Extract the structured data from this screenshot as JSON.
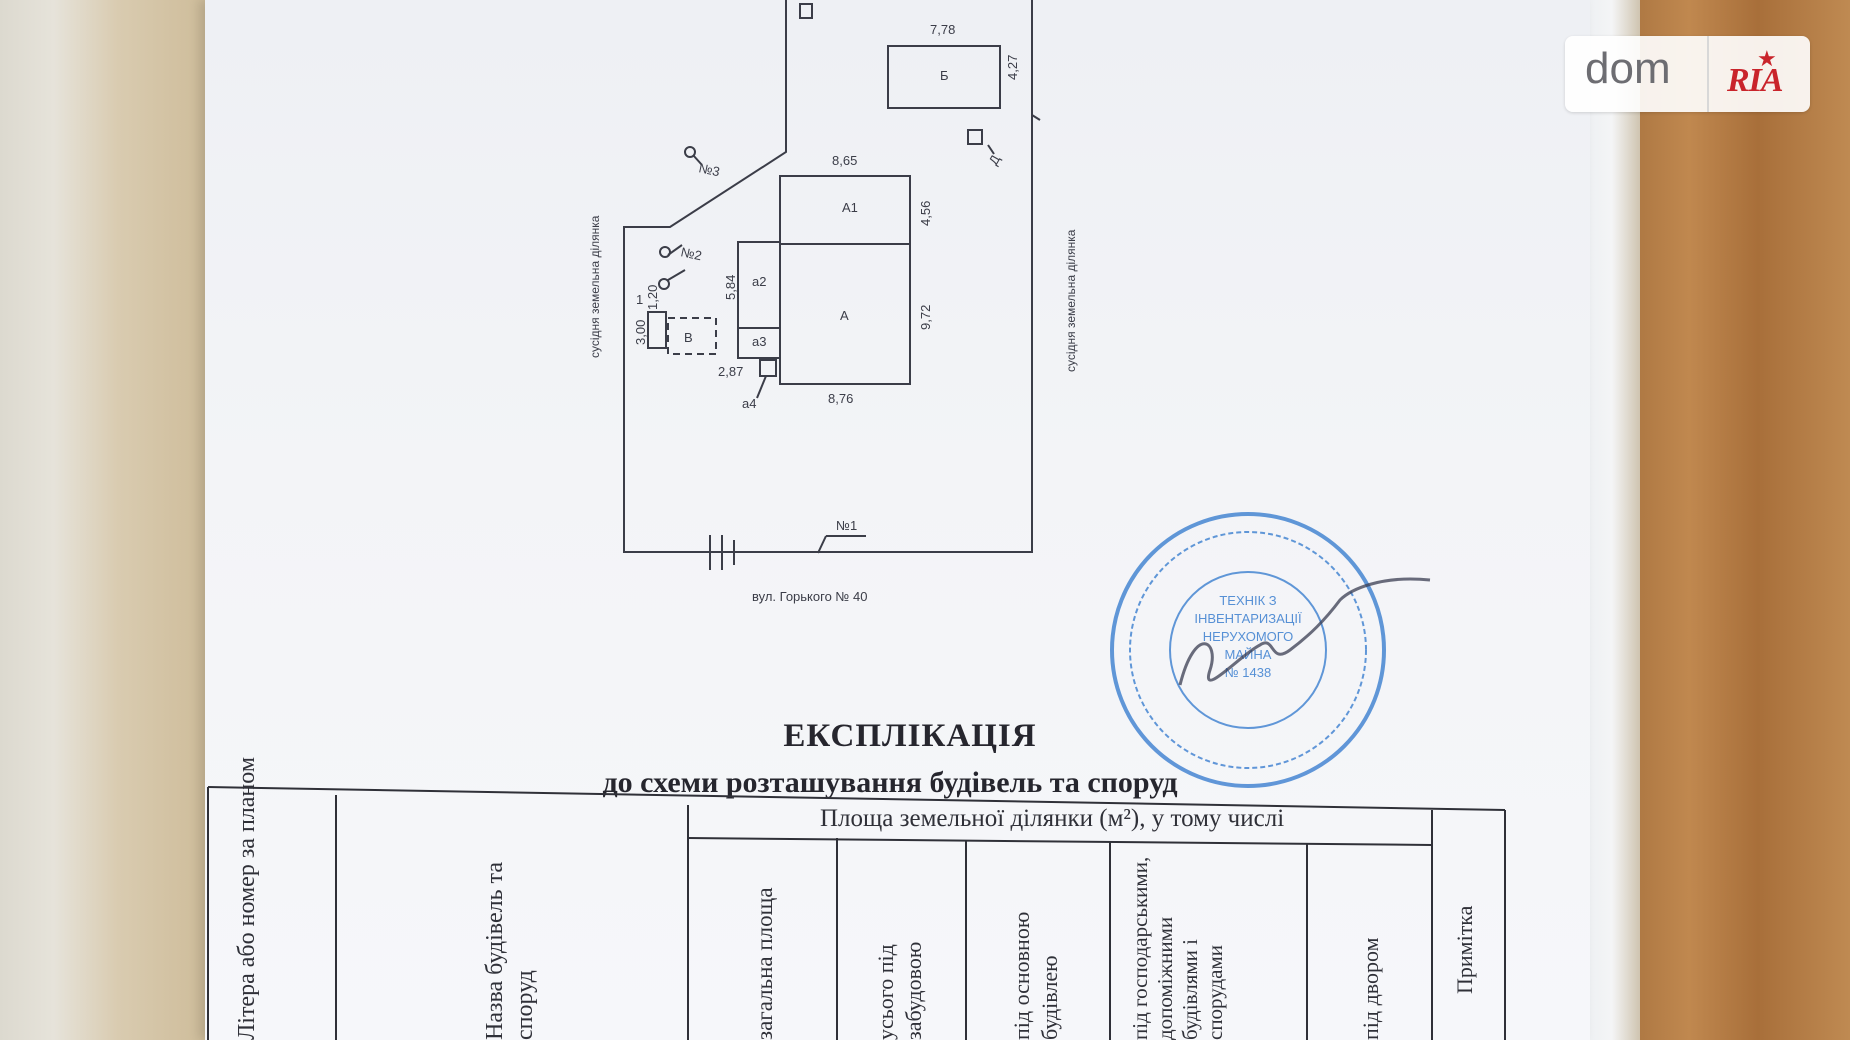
{
  "plan": {
    "street": "вул. Горького № 40",
    "neighbor_left": "сусідня земельна ділянка",
    "neighbor_right": "сусідня земельна ділянка",
    "buildings": {
      "A": "А",
      "A1": "А1",
      "B": "Б",
      "V": "В",
      "a2": "а2",
      "a3": "а3",
      "a4": "а4",
      "D": "Д"
    },
    "points": {
      "n1": "№1",
      "n2": "№2",
      "n3": "№3"
    },
    "dimensions": {
      "b_width": "7,78",
      "b_height": "4,27",
      "a1_width": "8,65",
      "a1_height": "4,56",
      "a_height": "9,72",
      "a_bottom": "8,76",
      "a2_height": "5,84",
      "a4_width": "2,87",
      "v_height": "3,00",
      "v_side": "1",
      "v_width": "1,20"
    }
  },
  "document": {
    "title": "ЕКСПЛІКАЦІЯ",
    "subtitle": "до схеми розташування будівель та споруд"
  },
  "table": {
    "area_header": "Площа земельної ділянки (м²), у тому числі",
    "columns": [
      "Літера або номер за планом",
      "Назва будівель та споруд",
      "загальна площа",
      "усього під забудовою",
      "під основною будівлею",
      "під господарськими, допоміжними будівлями і спорудами",
      "під двором",
      "Примітка"
    ]
  },
  "stamp": {
    "lines": [
      "ТЕХНІК З",
      "ІНВЕНТАРИЗАЦІЇ",
      "НЕРУХОМОГО",
      "МАЙНА",
      "№ 1438"
    ]
  },
  "watermark": {
    "dom": "dom",
    "ria": "RIA"
  },
  "colors": {
    "paper": "#f3f4f7",
    "ink": "#2f3038",
    "stamp": "#3b7fd0",
    "wood": "#b98a55",
    "ria_red": "#c9242b"
  }
}
